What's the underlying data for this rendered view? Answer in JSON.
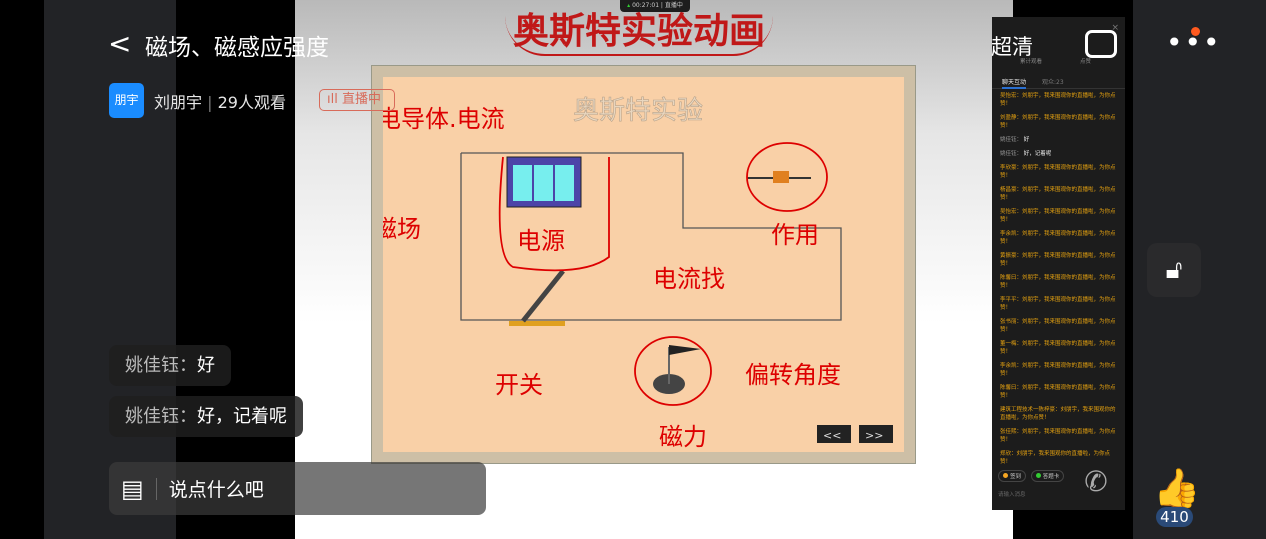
{
  "header": {
    "title": "磁场、磁感应强度",
    "host_avatar": "朋宇",
    "host_name": "刘朋宇",
    "viewers": "29人观看",
    "live_label": "直播中",
    "quality": "超清"
  },
  "timer": {
    "time": "00:27:01",
    "status": "直播中"
  },
  "slide": {
    "annotation_title": "奥斯特实验动画",
    "title": "奥斯特实验",
    "handwriting": [
      "通电导体.电流",
      "磁场",
      "电源",
      "作用",
      "电流找",
      "开关",
      "偏转角度",
      "磁力"
    ]
  },
  "comments": [
    {
      "name": "姚佳钰",
      "text": "好"
    },
    {
      "name": "姚佳钰",
      "text": "好，记着呢"
    }
  ],
  "input": {
    "placeholder": "说点什么吧"
  },
  "likes": {
    "count": "410"
  },
  "panel": {
    "top_tabs": [
      "累计观看",
      "点赞"
    ],
    "tabs": [
      "聊天互动",
      "观众:23"
    ],
    "messages": [
      {
        "name": "吴怡宏",
        "text": "：刘朋宇，我来围观你的直播啦，为你点赞！",
        "type": "sys"
      },
      {
        "name": "刘盈静",
        "text": "：刘朋宇，我来围观你的直播啦，为你点赞！",
        "type": "sys"
      },
      {
        "name": "姚佳钰",
        "text": "好",
        "type": "user"
      },
      {
        "name": "姚佳钰",
        "text": "好，记着呢",
        "type": "user"
      },
      {
        "name": "李欣豪",
        "text": "：刘朋宇，我来围观你的直播啦，为你点赞！",
        "type": "sys"
      },
      {
        "name": "杨昌豪",
        "text": "：刘朋宇，我来围观你的直播啦，为你点赞！",
        "type": "sys"
      },
      {
        "name": "吴怡宏",
        "text": "：刘朋宇，我来围观你的直播啦，为你点赞！",
        "type": "sys"
      },
      {
        "name": "李余凯",
        "text": "：刘朋宇，我来围观你的直播啦，为你点赞！",
        "type": "sys"
      },
      {
        "name": "黄振豪",
        "text": "：刘朋宇，我来围观你的直播啦，为你点赞！",
        "type": "sys"
      },
      {
        "name": "陈馨曰",
        "text": "：刘朋宇，我来围观你的直播啦，为你点赞！",
        "type": "sys"
      },
      {
        "name": "李平平",
        "text": "：刘朋宇，我来围观你的直播啦，为你点赞！",
        "type": "sys"
      },
      {
        "name": "张书丽",
        "text": "：刘朋宇，我来围观你的直播啦，为你点赞！",
        "type": "sys"
      },
      {
        "name": "董一梅",
        "text": "：刘朋宇，我来围观你的直播啦，为你点赞！",
        "type": "sys"
      },
      {
        "name": "李余凯",
        "text": "：刘朋宇，我来围观你的直播啦，为你点赞！",
        "type": "sys"
      },
      {
        "name": "陈馨曰",
        "text": "：刘朋宇，我来围观你的直播啦，为你点赞！",
        "type": "sys"
      },
      {
        "name": "建筑工程技术一陈梓豪",
        "text": "：刘朋宇，我来围观你的直播啦，为你点赞！",
        "type": "sys"
      },
      {
        "name": "张佳熙",
        "text": "：刘朋宇，我来围观你的直播啦，为你点赞！",
        "type": "sys"
      },
      {
        "name": "郑欣",
        "text": "：刘朋宇，我来围观你的直播啦，为你点赞！",
        "type": "sys"
      }
    ],
    "chips": [
      "签到",
      "答题卡"
    ],
    "input_placeholder": "请输入消息"
  }
}
